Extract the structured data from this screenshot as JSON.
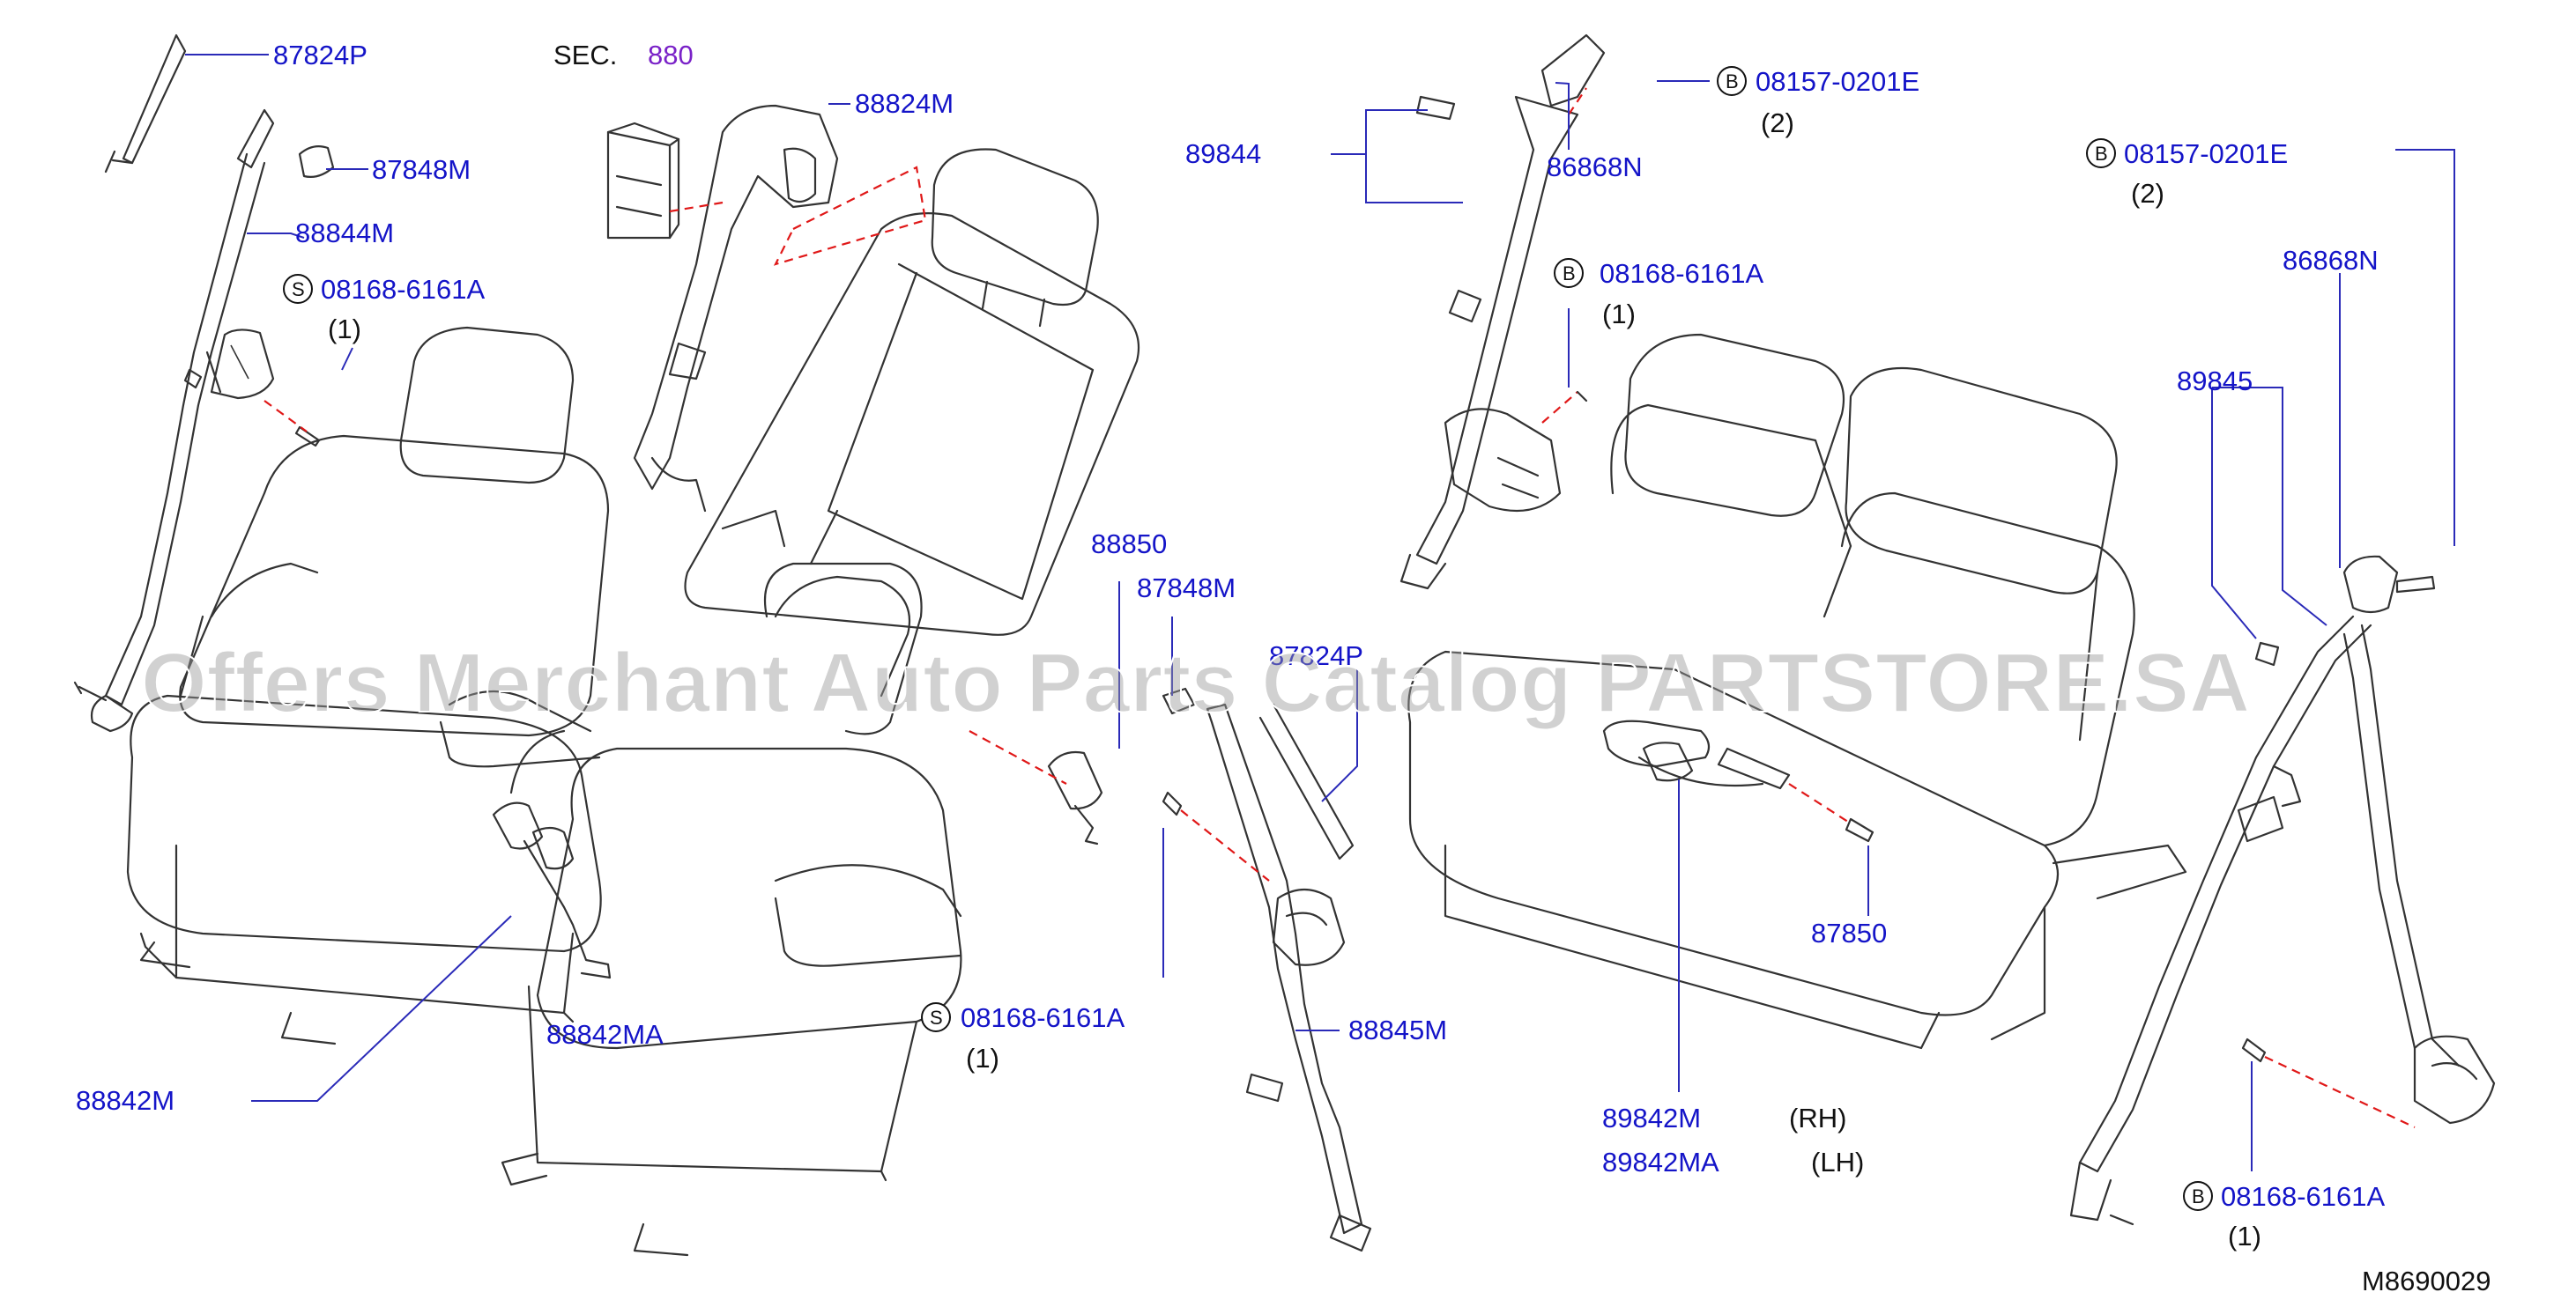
{
  "labels": {
    "p87824P_top": "87824P",
    "sec": "SEC.",
    "sec_num": "880",
    "p88824M": "88824M",
    "p87848M_top": "87848M",
    "p88844M": "88844M",
    "p08168_left": "08168-6161A",
    "q1_left": "(1)",
    "p88850": "88850",
    "p87848M_mid": "87848M",
    "p87824P_mid": "87824P",
    "p88842MA": "88842MA",
    "p88842M": "88842M",
    "p08168_mid": "08168-6161A",
    "q1_mid": "(1)",
    "p88845M": "88845M",
    "p89844": "89844",
    "p08157_top": "08157-0201E",
    "q2_top": "(2)",
    "p86868N_top": "86868N",
    "p08168_center": "08168-6161A",
    "q1_center": "(1)",
    "p87850": "87850",
    "p89842M": "89842M",
    "rh": "(RH)",
    "p89842MA": "89842MA",
    "lh": "(LH)",
    "p08157_right": "08157-0201E",
    "q2_right": "(2)",
    "p86868N_right": "86868N",
    "p89845": "89845",
    "p08168_right": "08168-6161A",
    "q1_right": "(1)"
  },
  "symbols": {
    "s": "S",
    "b": "B"
  },
  "diagram_id": "M8690029",
  "watermark": "Offers Merchant Auto Parts Catalog PARTSTORE.SA",
  "colors": {
    "label_blue": "#1414c8",
    "section_purple": "#7a22c8",
    "leader_blue": "#2a2ab8",
    "dashed_red": "#e01818",
    "line_art": "#333333"
  }
}
